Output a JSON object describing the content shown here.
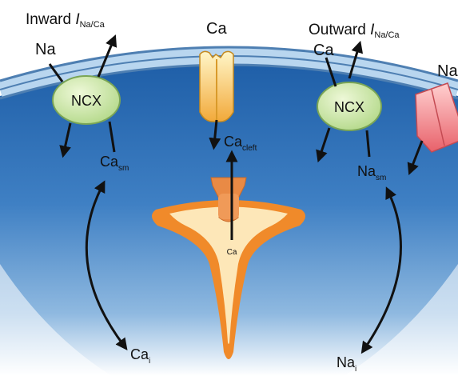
{
  "labels": {
    "inward_prefix": "Inward ",
    "inward_italic": "I",
    "inward_sub": "Na/Ca",
    "outward_prefix": "Outward ",
    "outward_italic": "I",
    "outward_sub": "Na/Ca",
    "na_left": "Na",
    "ca_top": "Ca",
    "ca_right": "Ca",
    "na_right_edge": "Na",
    "ncx_left": "NCX",
    "ncx_right": "NCX",
    "ca_sm_main": "Ca",
    "ca_sm_sub": "sm",
    "ca_cleft_main": "Ca",
    "ca_cleft_sub": "cleft",
    "na_sm_main": "Na",
    "na_sm_sub": "sm",
    "ca_small": "Ca",
    "ca_i_main": "Ca",
    "ca_i_sub": "i",
    "na_i_main": "Na",
    "na_i_sub": "i"
  },
  "colors": {
    "cell_interior": "#2f6fb5",
    "membrane": "#9fc4e6",
    "ncx_fill": "#c9e6a0",
    "calcium_channel": "#f2b63f",
    "sodium_channel": "#ef7f7f",
    "sr_outer": "#f08a2a",
    "sr_inner": "#fde7b8",
    "ryr": "#e98a45"
  }
}
